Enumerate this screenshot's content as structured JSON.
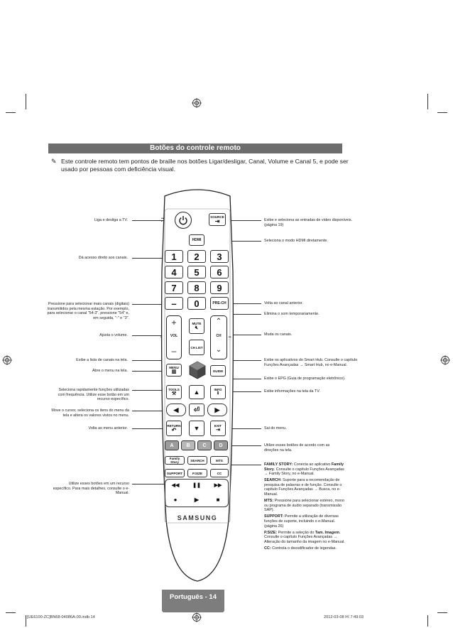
{
  "title": "Botões do controle remoto",
  "intro": "Este controle remoto tem pontos de braille nos botões Ligar/desligar, Canal, Volume e Canal 5, e pode ser usado por pessoas com deficiência visual.",
  "left_callouts": [
    "Liga e desliga a TV.",
    "Dá acesso direto aos canais.",
    "Pressione para selecionar mais canais (digitais) transmitidos pela mesma estação. Por exemplo, para selecionar o canal \"54-3\", pressione \"54\" e, em seguida, \"-\" e \"3\".",
    "Ajusta o volume.",
    "Exibe a lista de canais na tela.",
    "Abre o menu na tela.",
    "Seleciona rapidamente funções utilizadas com frequência. Utilize esse botão em um recurso específico.",
    "Move o cursor, seleciona os itens do menu da tela e altera os valores vistos no menu.",
    "Volta ao menu anterior.",
    "Utilize esses botões em um recurso específico. Para mais detalhes, consulte o e-Manual."
  ],
  "right_callouts": [
    "Exibe e seleciona as entradas de vídeo disponíveis. (página 19)",
    "Seleciona o modo HDMI diretamente.",
    "Volta ao canal anterior.",
    "Elimina o som temporariamente.",
    "Muda os canais.",
    "Exibe os aplicativos do Smart Hub. Consulte o capítulo Funções Avançadas → Smart Hub, no e-Manual.",
    "Exibe o EPG (Guia de programação eletrônico).",
    "Exibe informações na tela da TV.",
    "Sai do menu.",
    "Utilize esses botões de acordo com as direções na tela."
  ],
  "features": [
    {
      "key": "FAMILY STORY:",
      "text": " Conecta ao aplicativo ",
      "bold": "Family Story",
      "rest": ". Consulte o capítulo Funções Avançadas → Family Story, no e-Manual."
    },
    {
      "key": "SEARCH:",
      "text": " Suporte para a recomendação de pesquisa de palavras e de função. Consulte o capítulo Funções Avançadas → Busca, no e-Manual.",
      "bold": "",
      "rest": ""
    },
    {
      "key": "MTS:",
      "text": " Pressione para selecionar estéreo, mono ou programa de áudio separado (transmissão SAP).",
      "bold": "",
      "rest": ""
    },
    {
      "key": "SUPPORT:",
      "text": " Permite a utilização de diversas funções de suporte, incluindo o e-Manual. (página 26)",
      "bold": "",
      "rest": ""
    },
    {
      "key": "P.SIZE:",
      "text": " Permite a seleção do ",
      "bold": "Tam. Imagem",
      "rest": ". Consulte o capítulo Funções Avançadas → Alteração do tamanho da imagem no e-Manual."
    },
    {
      "key": "CC:",
      "text": " Controla o decodificador de legendas.",
      "bold": "",
      "rest": ""
    }
  ],
  "remote": {
    "source": "SOURCE",
    "hdmi": "HDMI",
    "digits": [
      "1",
      "2",
      "3",
      "4",
      "5",
      "6",
      "7",
      "8",
      "9"
    ],
    "dash": "–",
    "zero": "0",
    "prech": "PRE-CH",
    "mute": "MUTE",
    "vol": "VOL",
    "ch": "CH",
    "chlist": "CH LIST",
    "menu": "MENU",
    "guide": "GUIDE",
    "tools": "TOOLS",
    "info": "INFO",
    "return": "RETURN",
    "exit": "EXIT",
    "colors": [
      "A",
      "B",
      "C",
      "D"
    ],
    "color_values": [
      "#9c9c9c",
      "#b8b8b8",
      "#a8a8a8",
      "#9a9a9a"
    ],
    "row1": [
      "Family Story",
      "SEARCH",
      "MTS"
    ],
    "row2": [
      "SUPPORT",
      "P.SIZE",
      "CC"
    ],
    "brand": "SAMSUNG"
  },
  "footer": {
    "page": "Português - 14",
    "file": "[UE6100-ZC]BN68-04086A-00.indb   14",
    "date": "2012-03-08   ￼ 7:49:03"
  }
}
